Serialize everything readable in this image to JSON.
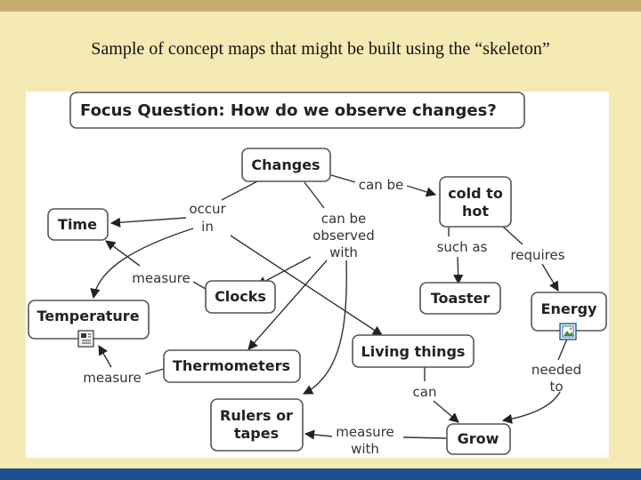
{
  "slide": {
    "title": "Sample of concept maps that might be built using the “skeleton”"
  },
  "focus_question": "Focus Question: How do we observe changes?",
  "concepts": {
    "changes": "Changes",
    "cold_hot_1": "cold to",
    "cold_hot_2": "hot",
    "time": "Time",
    "toaster": "Toaster",
    "clocks": "Clocks",
    "temperature": "Temperature",
    "energy": "Energy",
    "living_things": "Living things",
    "thermometers": "Thermometers",
    "rulers_1": "Rulers or",
    "rulers_2": "tapes",
    "grow": "Grow"
  },
  "linking_phrases": {
    "can_be": "can be",
    "occur_1": "occur",
    "occur_2": "in",
    "observed_1": "can be",
    "observed_2": "observed",
    "observed_3": "with",
    "such_as": "such as",
    "requires": "requires",
    "measure_clocks": "measure",
    "measure_thermo": "measure",
    "needed_1": "needed",
    "needed_2": "to",
    "can": "can",
    "measure_with_1": "measure",
    "measure_with_2": "with"
  },
  "icons": [
    "document-icon",
    "image-icon"
  ],
  "colors": {
    "background": "#f5eab4",
    "top_bar": "#c9ac72",
    "bottom_bar": "#1f4e8c"
  }
}
